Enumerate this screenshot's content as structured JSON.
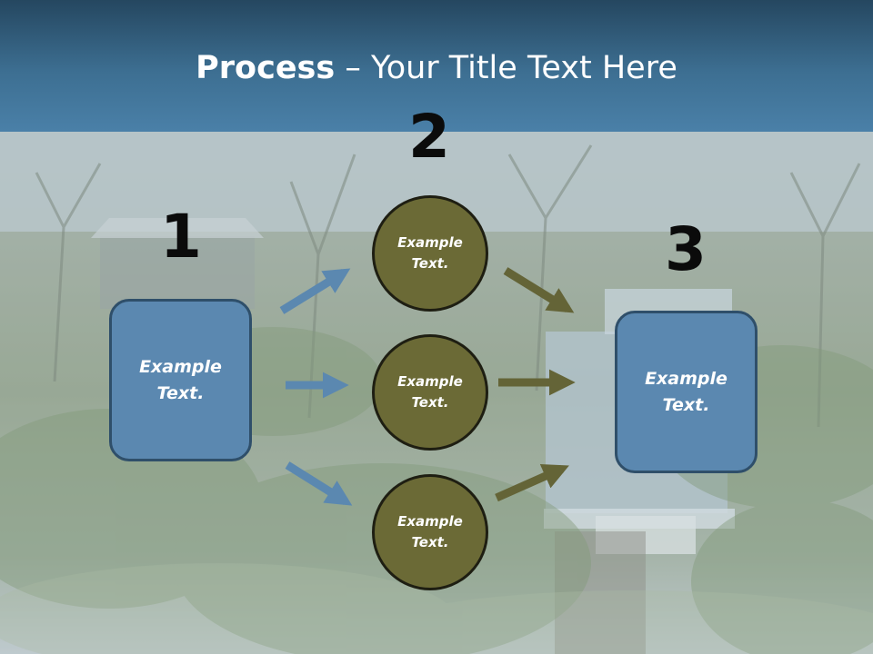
{
  "title": {
    "bold": "Process",
    "rest": " – Your Title Text Here"
  },
  "steps": {
    "one": {
      "number": "1",
      "text": "Example\nText."
    },
    "two": {
      "number": "2",
      "items": [
        {
          "text": "Example\nText."
        },
        {
          "text": "Example\nText."
        },
        {
          "text": "Example\nText."
        }
      ]
    },
    "three": {
      "number": "3",
      "text": "Example\nText."
    }
  },
  "colors": {
    "title_bar": "#3d6f92",
    "box_fill": "#5b88b0",
    "circle_fill": "#6b6a36",
    "blue_arrow": "#5b88b0",
    "olive_arrow": "#646437"
  }
}
